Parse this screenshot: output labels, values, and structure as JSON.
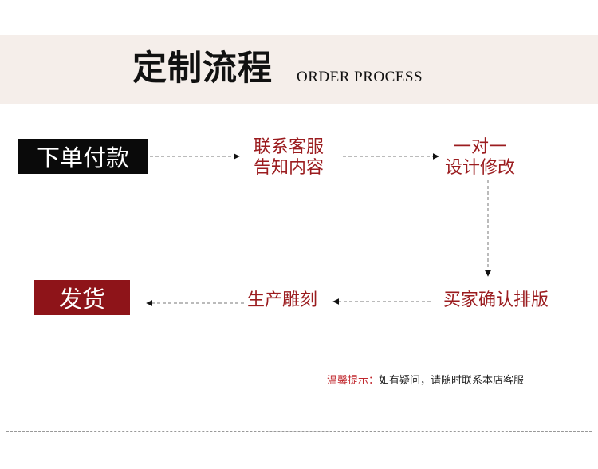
{
  "header": {
    "title_zh": "定制流程",
    "title_en": "ORDER PROCESS"
  },
  "flow": {
    "start": "下单付款",
    "step1": [
      "联系客服",
      "告知内容"
    ],
    "step2": [
      "一对一",
      "设计修改"
    ],
    "step3": "买家确认排版",
    "step4": "生产雕刻",
    "end": "发货"
  },
  "tip": {
    "label": "温馨提示：",
    "text": "如有疑问，请随时联系本店客服"
  },
  "colors": {
    "accent_red": "#9b1c1f",
    "box_red": "#8e1419",
    "box_black": "#0a0a0a",
    "banner_bg": "#f5eeea"
  }
}
